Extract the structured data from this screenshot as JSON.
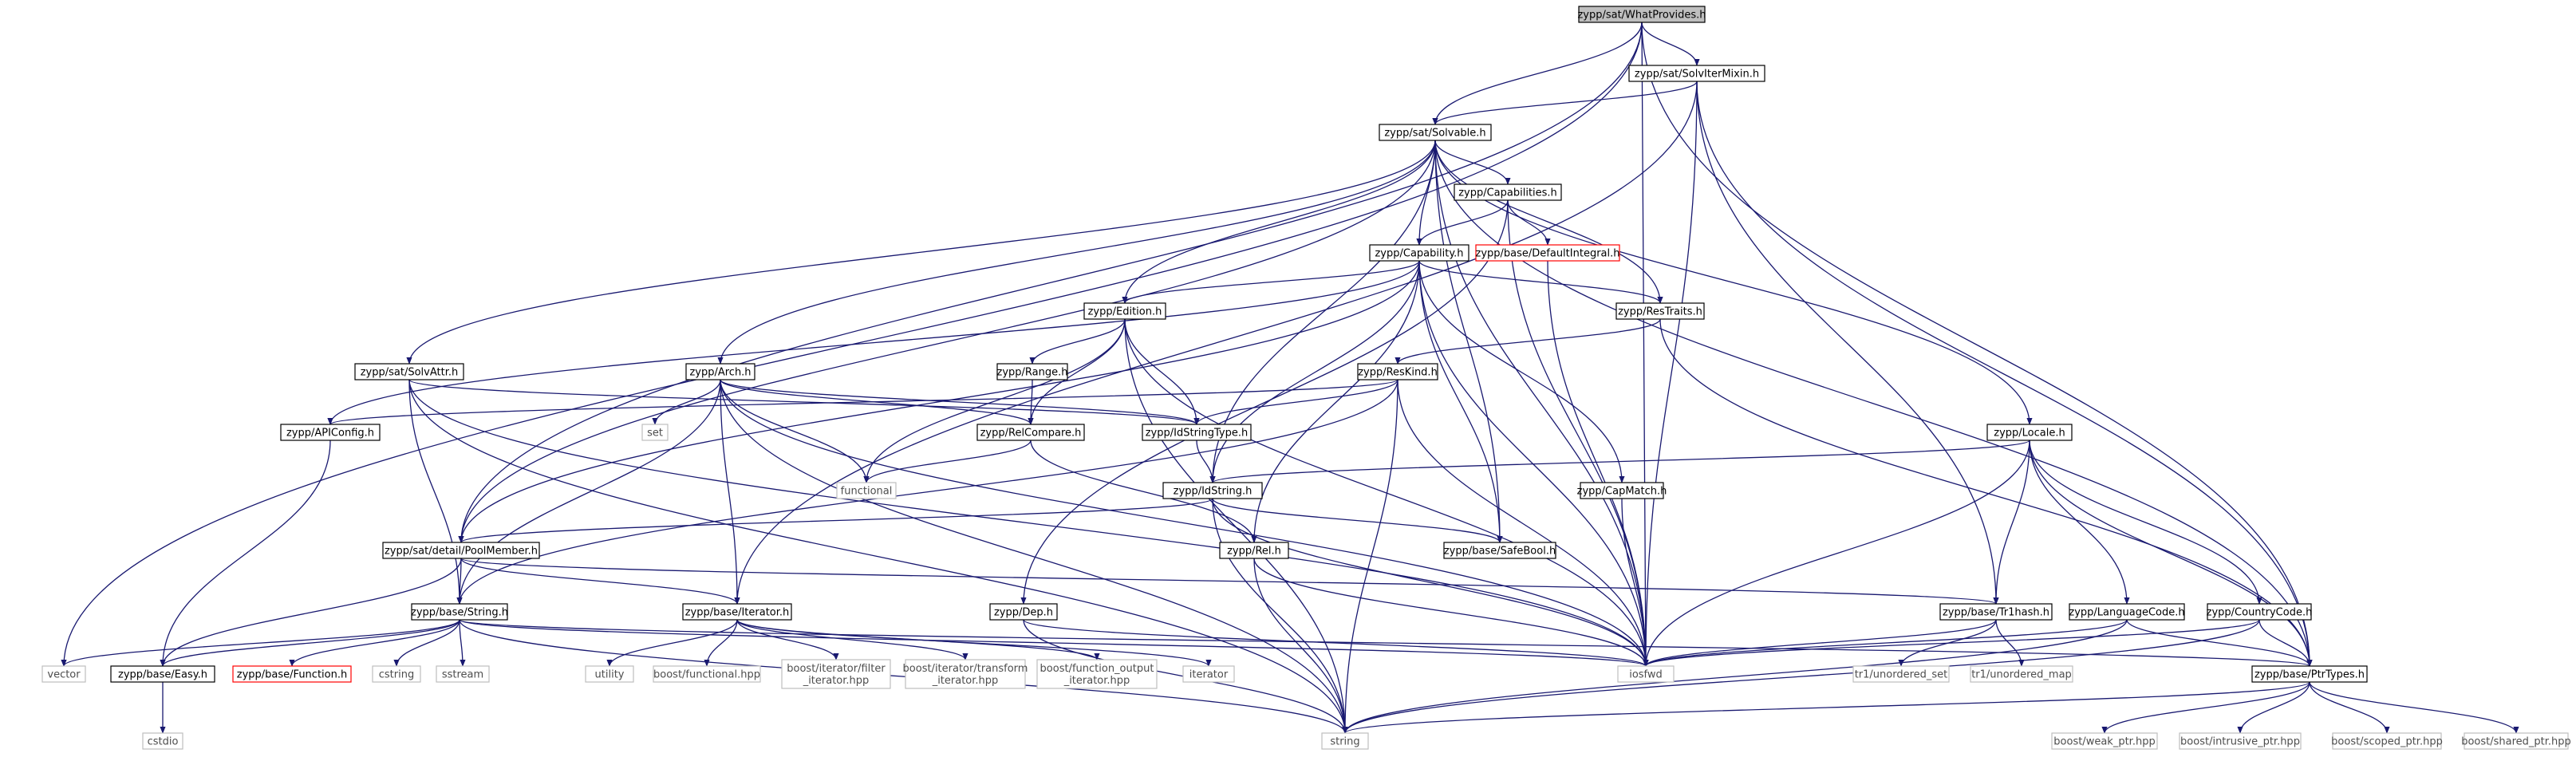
{
  "colors": {
    "root_fill": "#bfbfbf",
    "node_stroke": "#000000",
    "external_stroke": "#bfbfbf",
    "truncated_stroke": "#ff0000",
    "edge": "#191970",
    "text": "#000000",
    "external_text": "#4d4d4d"
  },
  "nodes": [
    {
      "id": "whatprovides",
      "label": "zypp/sat/WhatProvides.h",
      "kind": "root"
    },
    {
      "id": "solvitermixin",
      "label": "zypp/sat/SolvIterMixin.h",
      "kind": "local"
    },
    {
      "id": "solvable",
      "label": "zypp/sat/Solvable.h",
      "kind": "local"
    },
    {
      "id": "capabilities",
      "label": "zypp/Capabilities.h",
      "kind": "local"
    },
    {
      "id": "defaultintegral",
      "label": "zypp/base/DefaultIntegral.h",
      "kind": "truncated"
    },
    {
      "id": "capability",
      "label": "zypp/Capability.h",
      "kind": "local"
    },
    {
      "id": "edition",
      "label": "zypp/Edition.h",
      "kind": "local"
    },
    {
      "id": "restraits",
      "label": "zypp/ResTraits.h",
      "kind": "local"
    },
    {
      "id": "range",
      "label": "zypp/Range.h",
      "kind": "local"
    },
    {
      "id": "reskind",
      "label": "zypp/ResKind.h",
      "kind": "local"
    },
    {
      "id": "solvattr",
      "label": "zypp/sat/SolvAttr.h",
      "kind": "local"
    },
    {
      "id": "arch",
      "label": "zypp/Arch.h",
      "kind": "local"
    },
    {
      "id": "apiconfig",
      "label": "zypp/APIConfig.h",
      "kind": "local"
    },
    {
      "id": "set",
      "label": "set",
      "kind": "external"
    },
    {
      "id": "relcompare",
      "label": "zypp/RelCompare.h",
      "kind": "local"
    },
    {
      "id": "idstringtype",
      "label": "zypp/IdStringType.h",
      "kind": "local"
    },
    {
      "id": "functional",
      "label": "functional",
      "kind": "external"
    },
    {
      "id": "locale",
      "label": "zypp/Locale.h",
      "kind": "local"
    },
    {
      "id": "idstring",
      "label": "zypp/IdString.h",
      "kind": "local"
    },
    {
      "id": "capmatch",
      "label": "zypp/CapMatch.h",
      "kind": "local"
    },
    {
      "id": "poolmember",
      "label": "zypp/sat/detail/PoolMember.h",
      "kind": "local"
    },
    {
      "id": "safebool",
      "label": "zypp/base/SafeBool.h",
      "kind": "local"
    },
    {
      "id": "rel",
      "label": "zypp/Rel.h",
      "kind": "local"
    },
    {
      "id": "string",
      "label": "zypp/base/String.h",
      "kind": "local"
    },
    {
      "id": "iterator",
      "label": "zypp/base/Iterator.h",
      "kind": "local"
    },
    {
      "id": "dep",
      "label": "zypp/Dep.h",
      "kind": "local"
    },
    {
      "id": "tr1hash",
      "label": "zypp/base/Tr1hash.h",
      "kind": "local"
    },
    {
      "id": "languagecode",
      "label": "zypp/LanguageCode.h",
      "kind": "local"
    },
    {
      "id": "countrycode",
      "label": "zypp/CountryCode.h",
      "kind": "local"
    },
    {
      "id": "vector",
      "label": "vector",
      "kind": "external"
    },
    {
      "id": "easy",
      "label": "zypp/base/Easy.h",
      "kind": "local"
    },
    {
      "id": "function",
      "label": "zypp/base/Function.h",
      "kind": "truncated"
    },
    {
      "id": "cstring",
      "label": "cstring",
      "kind": "external"
    },
    {
      "id": "sstream",
      "label": "sstream",
      "kind": "external"
    },
    {
      "id": "utility",
      "label": "utility",
      "kind": "external"
    },
    {
      "id": "bfunctional",
      "label": "boost/functional.hpp",
      "kind": "external"
    },
    {
      "id": "bfilter",
      "label": "boost/iterator/filter\n_iterator.hpp",
      "kind": "external"
    },
    {
      "id": "btransform",
      "label": "boost/iterator/transform\n_iterator.hpp",
      "kind": "external"
    },
    {
      "id": "bfuncout",
      "label": "boost/function_output\n_iterator.hpp",
      "kind": "external"
    },
    {
      "id": "iteratorstd",
      "label": "iterator",
      "kind": "external"
    },
    {
      "id": "iosfwd",
      "label": "iosfwd",
      "kind": "external"
    },
    {
      "id": "unordset",
      "label": "tr1/unordered_set",
      "kind": "external"
    },
    {
      "id": "unordmap",
      "label": "tr1/unordered_map",
      "kind": "external"
    },
    {
      "id": "ptrtypes",
      "label": "zypp/base/PtrTypes.h",
      "kind": "local"
    },
    {
      "id": "cstdio",
      "label": "cstdio",
      "kind": "external"
    },
    {
      "id": "stdstring",
      "label": "string",
      "kind": "external"
    },
    {
      "id": "weakptr",
      "label": "boost/weak_ptr.hpp",
      "kind": "external"
    },
    {
      "id": "intrusiveptr",
      "label": "boost/intrusive_ptr.hpp",
      "kind": "external"
    },
    {
      "id": "scopedptr",
      "label": "boost/scoped_ptr.hpp",
      "kind": "external"
    },
    {
      "id": "sharedptr",
      "label": "boost/shared_ptr.hpp",
      "kind": "external"
    }
  ],
  "edges": [
    [
      "whatprovides",
      "solvitermixin"
    ],
    [
      "whatprovides",
      "solvable"
    ],
    [
      "whatprovides",
      "vector"
    ],
    [
      "whatprovides",
      "poolmember"
    ],
    [
      "whatprovides",
      "iosfwd"
    ],
    [
      "whatprovides",
      "ptrtypes"
    ],
    [
      "solvitermixin",
      "solvable"
    ],
    [
      "solvitermixin",
      "iterator"
    ],
    [
      "solvitermixin",
      "iosfwd"
    ],
    [
      "solvitermixin",
      "tr1hash"
    ],
    [
      "solvitermixin",
      "ptrtypes"
    ],
    [
      "solvable",
      "capabilities"
    ],
    [
      "solvable",
      "capability"
    ],
    [
      "solvable",
      "edition"
    ],
    [
      "solvable",
      "restraits"
    ],
    [
      "solvable",
      "solvattr"
    ],
    [
      "solvable",
      "arch"
    ],
    [
      "solvable",
      "idstring"
    ],
    [
      "solvable",
      "locale"
    ],
    [
      "solvable",
      "poolmember"
    ],
    [
      "solvable",
      "safebool"
    ],
    [
      "solvable",
      "iosfwd"
    ],
    [
      "solvable",
      "ptrtypes"
    ],
    [
      "capabilities",
      "capability"
    ],
    [
      "capabilities",
      "defaultintegral"
    ],
    [
      "capabilities",
      "dep"
    ],
    [
      "capabilities",
      "iosfwd"
    ],
    [
      "defaultintegral",
      "iosfwd"
    ],
    [
      "capability",
      "edition"
    ],
    [
      "capability",
      "restraits"
    ],
    [
      "capability",
      "apiconfig"
    ],
    [
      "capability",
      "capmatch"
    ],
    [
      "capability",
      "idstring"
    ],
    [
      "capability",
      "rel"
    ],
    [
      "capability",
      "safebool"
    ],
    [
      "capability",
      "poolmember"
    ],
    [
      "capability",
      "iosfwd"
    ],
    [
      "edition",
      "range"
    ],
    [
      "edition",
      "relcompare"
    ],
    [
      "edition",
      "idstringtype"
    ],
    [
      "edition",
      "functional"
    ],
    [
      "edition",
      "iosfwd"
    ],
    [
      "edition",
      "stdstring"
    ],
    [
      "restraits",
      "reskind"
    ],
    [
      "restraits",
      "ptrtypes"
    ],
    [
      "range",
      "relcompare"
    ],
    [
      "reskind",
      "idstringtype"
    ],
    [
      "reskind",
      "apiconfig"
    ],
    [
      "reskind",
      "string"
    ],
    [
      "reskind",
      "iosfwd"
    ],
    [
      "reskind",
      "stdstring"
    ],
    [
      "solvattr",
      "idstringtype"
    ],
    [
      "solvattr",
      "string"
    ],
    [
      "solvattr",
      "iosfwd"
    ],
    [
      "solvattr",
      "stdstring"
    ],
    [
      "arch",
      "set"
    ],
    [
      "arch",
      "relcompare"
    ],
    [
      "arch",
      "idstringtype"
    ],
    [
      "arch",
      "functional"
    ],
    [
      "arch",
      "string"
    ],
    [
      "arch",
      "iterator"
    ],
    [
      "arch",
      "iosfwd"
    ],
    [
      "arch",
      "stdstring"
    ],
    [
      "apiconfig",
      "easy"
    ],
    [
      "relcompare",
      "functional"
    ],
    [
      "relcompare",
      "rel"
    ],
    [
      "idstringtype",
      "idstring"
    ],
    [
      "locale",
      "idstring"
    ],
    [
      "locale",
      "tr1hash"
    ],
    [
      "locale",
      "languagecode"
    ],
    [
      "locale",
      "countrycode"
    ],
    [
      "locale",
      "iosfwd"
    ],
    [
      "locale",
      "ptrtypes"
    ],
    [
      "idstring",
      "poolmember"
    ],
    [
      "idstring",
      "safebool"
    ],
    [
      "idstring",
      "iosfwd"
    ],
    [
      "idstring",
      "stdstring"
    ],
    [
      "capmatch",
      "iosfwd"
    ],
    [
      "poolmember",
      "string"
    ],
    [
      "poolmember",
      "iterator"
    ],
    [
      "poolmember",
      "easy"
    ],
    [
      "poolmember",
      "tr1hash"
    ],
    [
      "rel",
      "iosfwd"
    ],
    [
      "rel",
      "stdstring"
    ],
    [
      "string",
      "vector"
    ],
    [
      "string",
      "easy"
    ],
    [
      "string",
      "function"
    ],
    [
      "string",
      "cstring"
    ],
    [
      "string",
      "sstream"
    ],
    [
      "string",
      "iosfwd"
    ],
    [
      "string",
      "stdstring"
    ],
    [
      "string",
      "ptrtypes"
    ],
    [
      "iterator",
      "utility"
    ],
    [
      "iterator",
      "bfunctional"
    ],
    [
      "iterator",
      "bfilter"
    ],
    [
      "iterator",
      "btransform"
    ],
    [
      "iterator",
      "bfuncout"
    ],
    [
      "iterator",
      "iteratorstd"
    ],
    [
      "dep",
      "iosfwd"
    ],
    [
      "dep",
      "stdstring"
    ],
    [
      "tr1hash",
      "iosfwd"
    ],
    [
      "tr1hash",
      "unordset"
    ],
    [
      "tr1hash",
      "unordmap"
    ],
    [
      "languagecode",
      "iosfwd"
    ],
    [
      "languagecode",
      "stdstring"
    ],
    [
      "languagecode",
      "ptrtypes"
    ],
    [
      "countrycode",
      "iosfwd"
    ],
    [
      "countrycode",
      "stdstring"
    ],
    [
      "countrycode",
      "ptrtypes"
    ],
    [
      "easy",
      "cstdio"
    ],
    [
      "ptrtypes",
      "stdstring"
    ],
    [
      "ptrtypes",
      "weakptr"
    ],
    [
      "ptrtypes",
      "intrusiveptr"
    ],
    [
      "ptrtypes",
      "scopedptr"
    ],
    [
      "ptrtypes",
      "sharedptr"
    ]
  ]
}
